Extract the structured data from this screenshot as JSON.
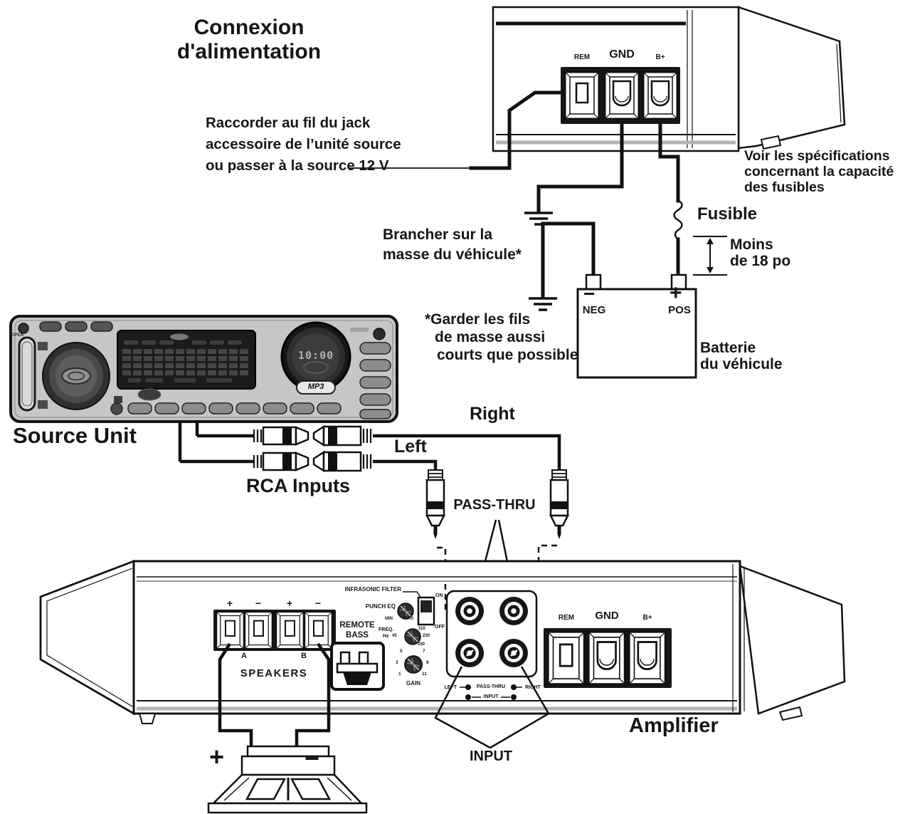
{
  "title": {
    "line1": "Connexion",
    "line2": "d'alimentation"
  },
  "notes": {
    "remote": {
      "line1": "Raccorder au fil du jack",
      "line2": "accessoire de l’unité source",
      "line3": "ou passer à la source 12 V"
    },
    "fuse_spec": {
      "line1": "Voir les spécifications",
      "line2": "concernant la capacité",
      "line3": "des fusibles"
    },
    "ground": {
      "line1": "Brancher sur la",
      "line2": "masse du véhicule*"
    },
    "warning": {
      "line1": "*Garder les fils",
      "line2": "de masse aussi",
      "line3": "courts que possible"
    }
  },
  "power": {
    "fuse_label": "Fusible",
    "length": {
      "line1": "Moins",
      "line2": "de 18 po"
    },
    "battery": {
      "label_line1": "Batterie",
      "label_line2": "du véhicule",
      "neg_sign": "−",
      "neg": "NEG",
      "pos_sign": "+",
      "pos": "POS"
    }
  },
  "top_amp": {
    "rem": "REM",
    "gnd": "GND",
    "bplus": "B+"
  },
  "source_unit": {
    "label": "Source Unit",
    "open": "OPEN",
    "time": "10:00",
    "mp3": "MP3"
  },
  "rca": {
    "inputs": "RCA Inputs",
    "left": "Left",
    "right": "Right",
    "passthru": "PASS-THRU"
  },
  "amp": {
    "label": "Amplifier",
    "input_big": "INPUT",
    "spk": {
      "s1": "+",
      "s2": "−",
      "s3": "+",
      "s4": "−",
      "a": "A",
      "b": "B",
      "label": "SPEAKERS"
    },
    "remote_bass": {
      "line1": "REMOTE",
      "line2": "BASS"
    },
    "ctl": {
      "infrasonic": "INFRASONIC FILTER",
      "on": "ON",
      "off": "OFF",
      "punch": "PUNCH EQ",
      "min": "MIN",
      "max": "MAX",
      "freq": "FREQ.",
      "hz": "Hz",
      "f45": "45",
      "f110": "110",
      "f230": "230",
      "f250": "250",
      "gain": "GAIN",
      "g1": "1",
      "g3": "3",
      "g5": "5",
      "g7": "7",
      "g9": "9",
      "g11": "11"
    },
    "jacks": {
      "left": "LEFT",
      "passthru": "PASS-THRU",
      "input": "INPUT",
      "right": "RIGHT"
    },
    "term": {
      "rem": "REM",
      "gnd": "GND",
      "bplus": "B+"
    }
  },
  "speaker": {
    "plus": "+",
    "minus": "−"
  }
}
